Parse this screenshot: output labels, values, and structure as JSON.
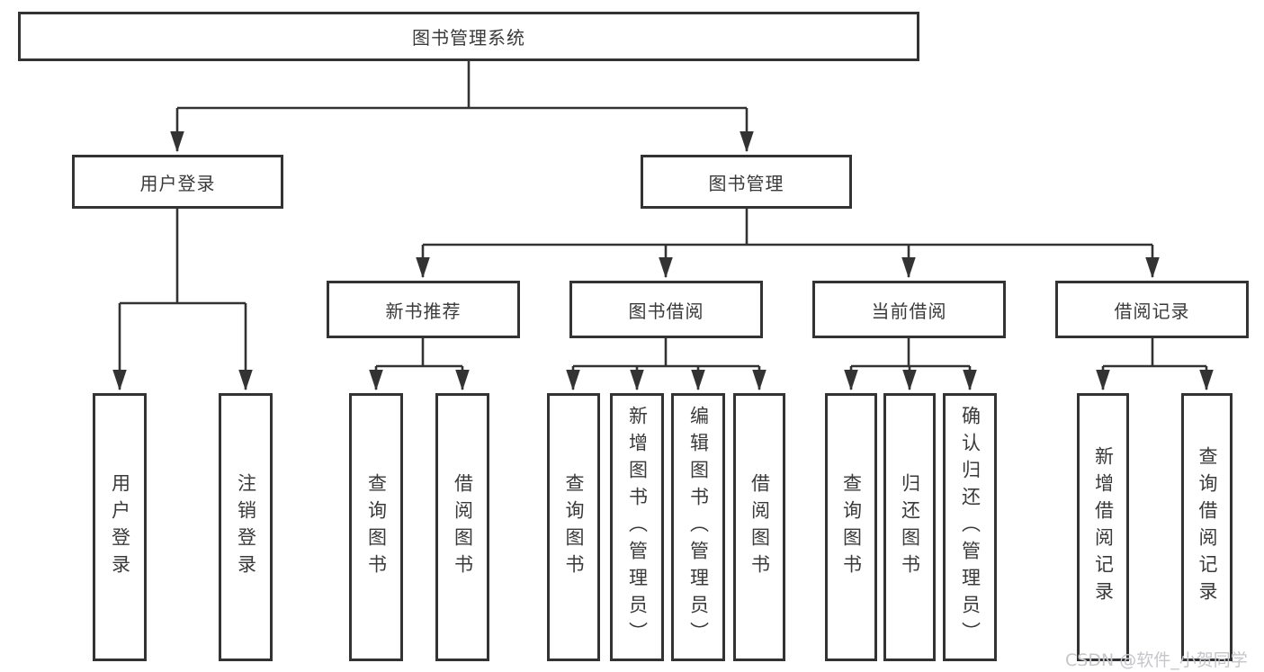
{
  "diagram": {
    "root": {
      "label": "图书管理系统"
    },
    "user_login": {
      "label": "用户登录",
      "children": [
        {
          "label": "用户登录"
        },
        {
          "label": "注销登录"
        }
      ]
    },
    "book_management": {
      "label": "图书管理",
      "sections": [
        {
          "label": "新书推荐",
          "children": [
            {
              "label": "查询图书"
            },
            {
              "label": "借阅图书"
            }
          ]
        },
        {
          "label": "图书借阅",
          "children": [
            {
              "label": "查询图书"
            },
            {
              "label": "新增图书（管理员）"
            },
            {
              "label": "编辑图书（管理员）"
            },
            {
              "label": "借阅图书"
            }
          ]
        },
        {
          "label": "当前借阅",
          "children": [
            {
              "label": "查询图书"
            },
            {
              "label": "归还图书"
            },
            {
              "label": "确认归还（管理员）"
            }
          ]
        },
        {
          "label": "借阅记录",
          "children": [
            {
              "label": "新增借阅记录"
            },
            {
              "label": "查询借阅记录"
            }
          ]
        }
      ]
    }
  },
  "watermark": {
    "text": "CSDN @软件_小贺同学"
  },
  "colors": {
    "line": "#333333",
    "text": "#3a3a3a",
    "background": "#ffffff",
    "watermark": "#c6c6ca"
  }
}
